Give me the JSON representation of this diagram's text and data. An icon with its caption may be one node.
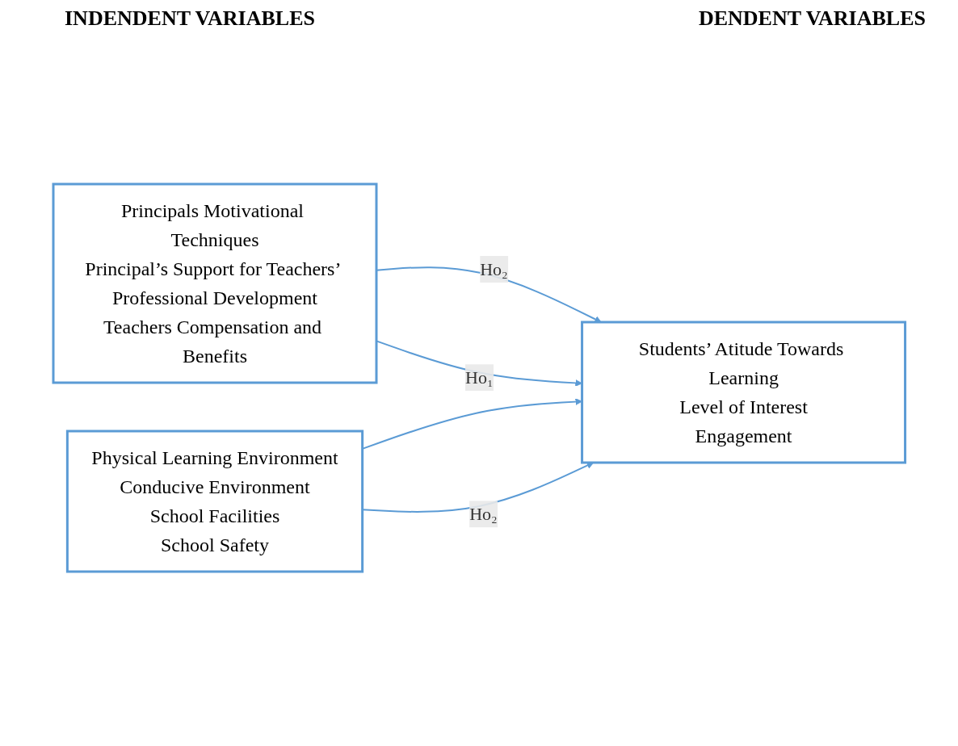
{
  "diagram": {
    "nodes": [
      {
        "text": [
          "Principals Motivational Techniques",
          "Principal’s Support for Teachers’ Professional Development",
          "Teachers Compensation and Benefits"
        ]
      },
      {
        "text": [
          "Students’ Atitude Towards Learning",
          "Level of Interest",
          "Engagement"
        ]
      },
      {
        "text": [
          "Physical Learning Environment",
          "Conducive Environment",
          "School Facilities",
          "School Safety"
        ]
      }
    ],
    "edges": [
      {
        "from": 0,
        "to": 1,
        "arrow": "to",
        "label": "Ho₂"
      },
      {
        "from": 0,
        "to": 1,
        "arrow": "to",
        "label": "Ho₁"
      },
      {
        "from": 2,
        "to": 1,
        "arrow": "to"
      },
      {
        "from": 2,
        "to": 1,
        "arrow": "to",
        "label": "Ho₂"
      }
    ],
    "labels": [
      "INDENDENT VARIABLES",
      "DENDENT VARIABLES"
    ]
  }
}
